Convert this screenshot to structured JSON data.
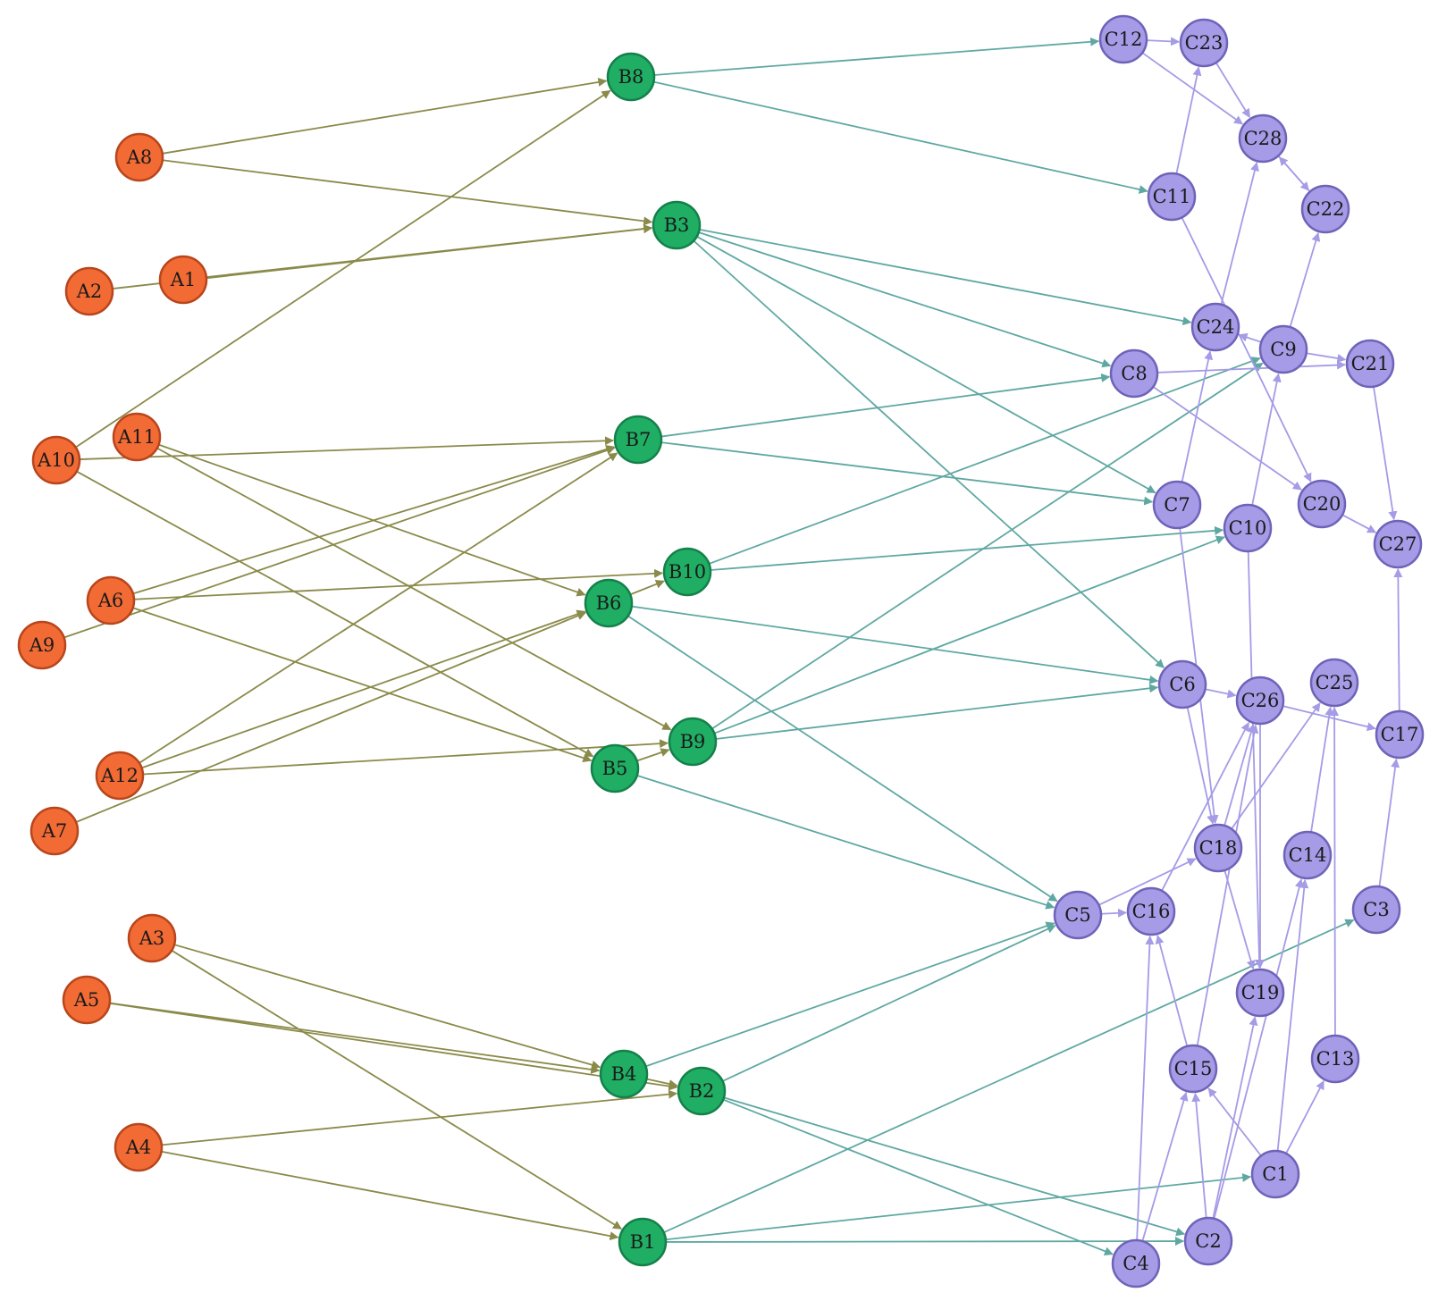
{
  "colors": {
    "a_fill": "#f26b35",
    "a_stroke": "#b8451c",
    "b_fill": "#1fae63",
    "b_stroke": "#14804a",
    "c_fill": "#a59be6",
    "c_stroke": "#6e63b8",
    "ab_edge": "#8a8a4a",
    "bc_edge": "#5fa8a2",
    "cc_edge": "#a59be6"
  },
  "nodes": [
    {
      "id": "A1",
      "label": "A1",
      "group": "a"
    },
    {
      "id": "A2",
      "label": "A2",
      "group": "a"
    },
    {
      "id": "A3",
      "label": "A3",
      "group": "a"
    },
    {
      "id": "A4",
      "label": "A4",
      "group": "a"
    },
    {
      "id": "A5",
      "label": "A5",
      "group": "a"
    },
    {
      "id": "A6",
      "label": "A6",
      "group": "a"
    },
    {
      "id": "A7",
      "label": "A7",
      "group": "a"
    },
    {
      "id": "A8",
      "label": "A8",
      "group": "a"
    },
    {
      "id": "A9",
      "label": "A9",
      "group": "a"
    },
    {
      "id": "A10",
      "label": "A10",
      "group": "a"
    },
    {
      "id": "A11",
      "label": "A11",
      "group": "a"
    },
    {
      "id": "A12",
      "label": "A12",
      "group": "a"
    },
    {
      "id": "B1",
      "label": "B1",
      "group": "b"
    },
    {
      "id": "B2",
      "label": "B2",
      "group": "b"
    },
    {
      "id": "B3",
      "label": "B3",
      "group": "b"
    },
    {
      "id": "B4",
      "label": "B4",
      "group": "b"
    },
    {
      "id": "B5",
      "label": "B5",
      "group": "b"
    },
    {
      "id": "B6",
      "label": "B6",
      "group": "b"
    },
    {
      "id": "B7",
      "label": "B7",
      "group": "b"
    },
    {
      "id": "B8",
      "label": "B8",
      "group": "b"
    },
    {
      "id": "B9",
      "label": "B9",
      "group": "b"
    },
    {
      "id": "B10",
      "label": "B10",
      "group": "b"
    },
    {
      "id": "C1",
      "label": "C1",
      "group": "c"
    },
    {
      "id": "C2",
      "label": "C2",
      "group": "c"
    },
    {
      "id": "C3",
      "label": "C3",
      "group": "c"
    },
    {
      "id": "C4",
      "label": "C4",
      "group": "c"
    },
    {
      "id": "C5",
      "label": "C5",
      "group": "c"
    },
    {
      "id": "C6",
      "label": "C6",
      "group": "c"
    },
    {
      "id": "C7",
      "label": "C7",
      "group": "c"
    },
    {
      "id": "C8",
      "label": "C8",
      "group": "c"
    },
    {
      "id": "C9",
      "label": "C9",
      "group": "c"
    },
    {
      "id": "C10",
      "label": "C10",
      "group": "c"
    },
    {
      "id": "C11",
      "label": "C11",
      "group": "c"
    },
    {
      "id": "C12",
      "label": "C12",
      "group": "c"
    },
    {
      "id": "C13",
      "label": "C13",
      "group": "c"
    },
    {
      "id": "C14",
      "label": "C14",
      "group": "c"
    },
    {
      "id": "C15",
      "label": "C15",
      "group": "c"
    },
    {
      "id": "C16",
      "label": "C16",
      "group": "c"
    },
    {
      "id": "C17",
      "label": "C17",
      "group": "c"
    },
    {
      "id": "C18",
      "label": "C18",
      "group": "c"
    },
    {
      "id": "C19",
      "label": "C19",
      "group": "c"
    },
    {
      "id": "C20",
      "label": "C20",
      "group": "c"
    },
    {
      "id": "C21",
      "label": "C21",
      "group": "c"
    },
    {
      "id": "C22",
      "label": "C22",
      "group": "c"
    },
    {
      "id": "C23",
      "label": "C23",
      "group": "c"
    },
    {
      "id": "C24",
      "label": "C24",
      "group": "c"
    },
    {
      "id": "C25",
      "label": "C25",
      "group": "c"
    },
    {
      "id": "C26",
      "label": "C26",
      "group": "c"
    },
    {
      "id": "C27",
      "label": "C27",
      "group": "c"
    },
    {
      "id": "C28",
      "label": "C28",
      "group": "c"
    }
  ],
  "edges": [
    [
      "A8",
      "B8"
    ],
    [
      "A8",
      "B3"
    ],
    [
      "A2",
      "B3"
    ],
    [
      "A1",
      "B3"
    ],
    [
      "A10",
      "B8"
    ],
    [
      "A10",
      "B7"
    ],
    [
      "A10",
      "B5"
    ],
    [
      "A11",
      "B6"
    ],
    [
      "A11",
      "B9"
    ],
    [
      "A6",
      "B7"
    ],
    [
      "A6",
      "B10"
    ],
    [
      "A6",
      "B5"
    ],
    [
      "A9",
      "B7"
    ],
    [
      "A12",
      "B7"
    ],
    [
      "A12",
      "B6"
    ],
    [
      "A12",
      "B9"
    ],
    [
      "A7",
      "B6"
    ],
    [
      "A3",
      "B4"
    ],
    [
      "A3",
      "B1"
    ],
    [
      "A5",
      "B4"
    ],
    [
      "A5",
      "B2"
    ],
    [
      "A4",
      "B2"
    ],
    [
      "A4",
      "B1"
    ],
    [
      "B4",
      "B2"
    ],
    [
      "B6",
      "B10"
    ],
    [
      "B5",
      "B9"
    ],
    [
      "B8",
      "C12"
    ],
    [
      "B8",
      "C11"
    ],
    [
      "B3",
      "C24"
    ],
    [
      "B3",
      "C8"
    ],
    [
      "B3",
      "C7"
    ],
    [
      "B3",
      "C6"
    ],
    [
      "B7",
      "C8"
    ],
    [
      "B7",
      "C7"
    ],
    [
      "B10",
      "C9"
    ],
    [
      "B10",
      "C10"
    ],
    [
      "B6",
      "C6"
    ],
    [
      "B6",
      "C5"
    ],
    [
      "B9",
      "C9"
    ],
    [
      "B9",
      "C10"
    ],
    [
      "B9",
      "C6"
    ],
    [
      "B5",
      "C5"
    ],
    [
      "B4",
      "C5"
    ],
    [
      "B2",
      "C5"
    ],
    [
      "B2",
      "C4"
    ],
    [
      "B2",
      "C2"
    ],
    [
      "B1",
      "C3"
    ],
    [
      "B1",
      "C1"
    ],
    [
      "B1",
      "C2"
    ],
    [
      "C12",
      "C23"
    ],
    [
      "C12",
      "C28"
    ],
    [
      "C23",
      "C28"
    ],
    [
      "C28",
      "C22"
    ],
    [
      "C22",
      "C28"
    ],
    [
      "C11",
      "C23"
    ],
    [
      "C11",
      "C20"
    ],
    [
      "C24",
      "C28"
    ],
    [
      "C9",
      "C24"
    ],
    [
      "C9",
      "C22"
    ],
    [
      "C9",
      "C21"
    ],
    [
      "C8",
      "C21"
    ],
    [
      "C8",
      "C20"
    ],
    [
      "C7",
      "C24"
    ],
    [
      "C7",
      "C18"
    ],
    [
      "C10",
      "C9"
    ],
    [
      "C10",
      "C19"
    ],
    [
      "C20",
      "C27"
    ],
    [
      "C21",
      "C27"
    ],
    [
      "C17",
      "C27"
    ],
    [
      "C6",
      "C26"
    ],
    [
      "C6",
      "C18"
    ],
    [
      "C26",
      "C17"
    ],
    [
      "C26",
      "C19"
    ],
    [
      "C18",
      "C26"
    ],
    [
      "C18",
      "C25"
    ],
    [
      "C18",
      "C19"
    ],
    [
      "C5",
      "C16"
    ],
    [
      "C5",
      "C18"
    ],
    [
      "C16",
      "C26"
    ],
    [
      "C15",
      "C16"
    ],
    [
      "C15",
      "C26"
    ],
    [
      "C14",
      "C25"
    ],
    [
      "C13",
      "C25"
    ],
    [
      "C3",
      "C17"
    ],
    [
      "C4",
      "C16"
    ],
    [
      "C4",
      "C15"
    ],
    [
      "C2",
      "C15"
    ],
    [
      "C2",
      "C19"
    ],
    [
      "C2",
      "C14"
    ],
    [
      "C1",
      "C15"
    ],
    [
      "C1",
      "C14"
    ],
    [
      "C1",
      "C13"
    ]
  ]
}
